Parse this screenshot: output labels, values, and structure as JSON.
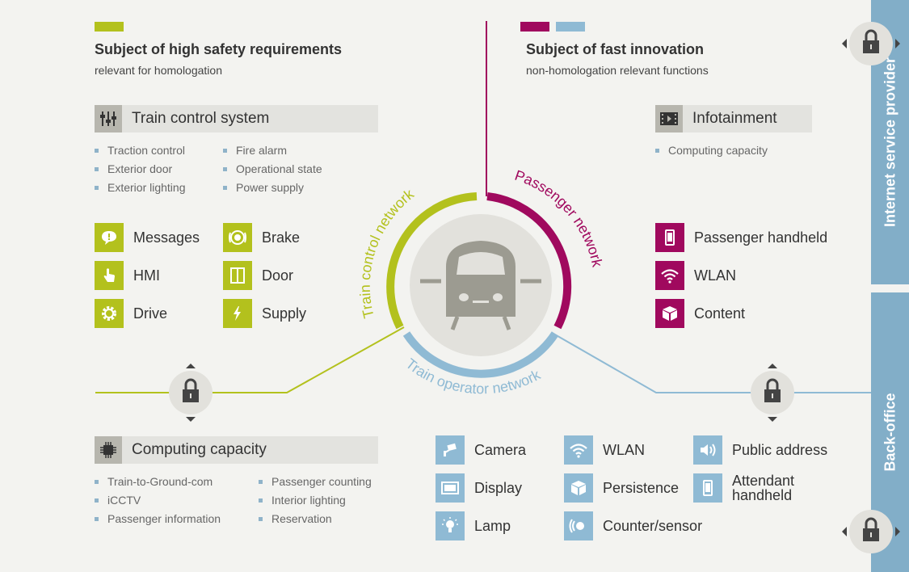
{
  "left_header": {
    "title": "Subject of high safety requirements",
    "subtitle": "relevant for homologation",
    "accent_color": "#b3c11d"
  },
  "right_header": {
    "title": "Subject of fast innovation",
    "subtitle": "non-homologation relevant functions",
    "accent_colors": [
      "#a0095e",
      "#8fbad4"
    ]
  },
  "train_control_system": {
    "label": "Train control system",
    "icon": "sliders-icon",
    "bullets_col1": [
      "Traction control",
      "Exterior door",
      "Exterior lighting"
    ],
    "bullets_col2": [
      "Fire alarm",
      "Operational state",
      "Power supply"
    ],
    "items_col1": [
      {
        "label": "Messages",
        "icon": "speech-bubble-icon"
      },
      {
        "label": "HMI",
        "icon": "hand-pointer-icon"
      },
      {
        "label": "Drive",
        "icon": "gear-icon"
      }
    ],
    "items_col2": [
      {
        "label": "Brake",
        "icon": "brake-icon"
      },
      {
        "label": "Door",
        "icon": "door-icon"
      },
      {
        "label": "Supply",
        "icon": "lightning-icon"
      }
    ]
  },
  "infotainment": {
    "label": "Infotainment",
    "icon": "film-icon",
    "bullets": [
      "Computing capacity"
    ],
    "items": [
      {
        "label": "Passenger handheld",
        "icon": "smartphone-icon"
      },
      {
        "label": "WLAN",
        "icon": "wifi-icon"
      },
      {
        "label": "Content",
        "icon": "cube-icon"
      }
    ]
  },
  "computing_capacity": {
    "label": "Computing capacity",
    "icon": "chip-icon",
    "bullets_col1": [
      "Train-to-Ground-com",
      "iCCTV",
      "Passenger information"
    ],
    "bullets_col2": [
      "Passenger counting",
      "Interior lighting",
      "Reservation"
    ]
  },
  "operator_items": {
    "col1": [
      {
        "label": "Camera",
        "icon": "camera-icon"
      },
      {
        "label": "Display",
        "icon": "display-icon"
      },
      {
        "label": "Lamp",
        "icon": "lamp-icon"
      }
    ],
    "col2": [
      {
        "label": "WLAN",
        "icon": "wifi-icon"
      },
      {
        "label": "Persistence",
        "icon": "cube-icon"
      },
      {
        "label": "Counter/sensor",
        "icon": "sensor-icon"
      }
    ],
    "col3": [
      {
        "label": "Public address",
        "icon": "speaker-icon"
      },
      {
        "label": "Attendant handheld",
        "icon": "smartphone-icon"
      }
    ]
  },
  "networks": {
    "train_control": "Train control network",
    "passenger": "Passenger network",
    "operator": "Train operator network"
  },
  "sidebar": {
    "top_label": "Internet service provider",
    "bottom_label": "Back-office",
    "color": "#82aec8"
  }
}
